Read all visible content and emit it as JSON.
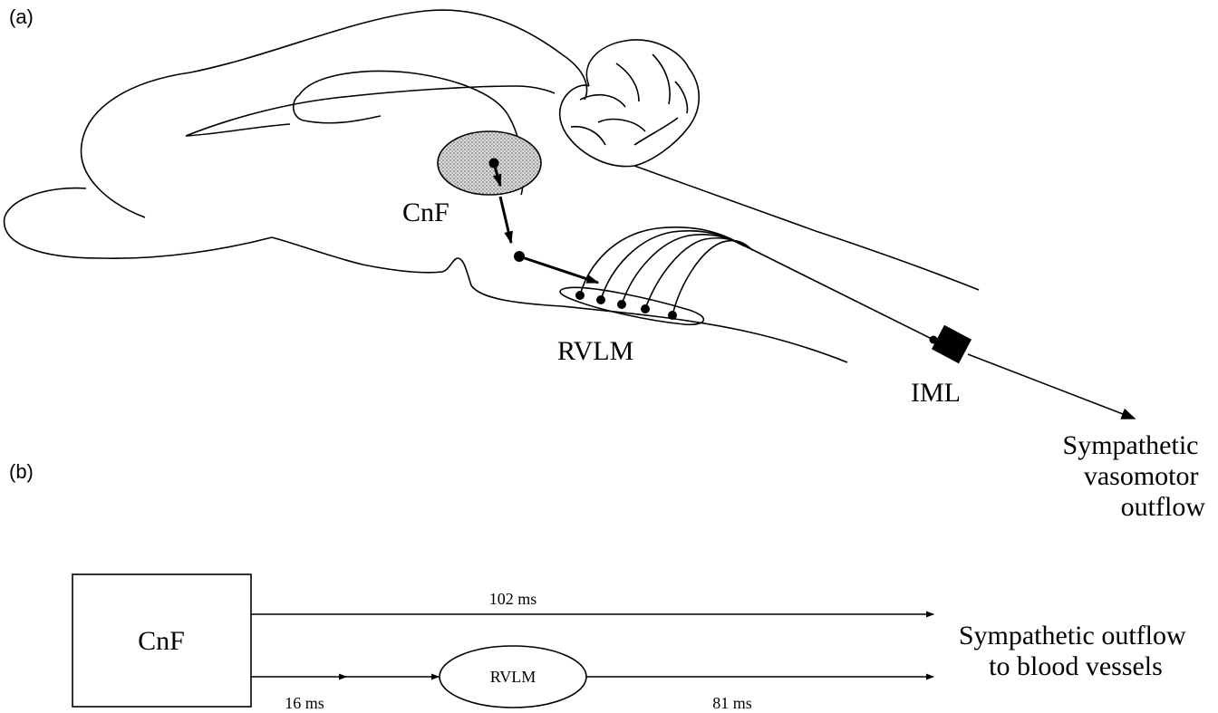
{
  "panel_a": {
    "label": "(a)",
    "structures": {
      "cnf": "CnF",
      "rvlm": "RVLM",
      "iml": "IML",
      "output": [
        "Sympathetic",
        "vasomotor",
        "outflow"
      ]
    }
  },
  "panel_b": {
    "label": "(b)",
    "source": "CnF",
    "relay": "RVLM",
    "target": [
      "Sympathetic outflow",
      "to blood vessels"
    ],
    "latencies": {
      "direct": "102 ms",
      "cnf_to_rvlm": "16 ms",
      "rvlm_to_outflow": "81 ms"
    }
  }
}
